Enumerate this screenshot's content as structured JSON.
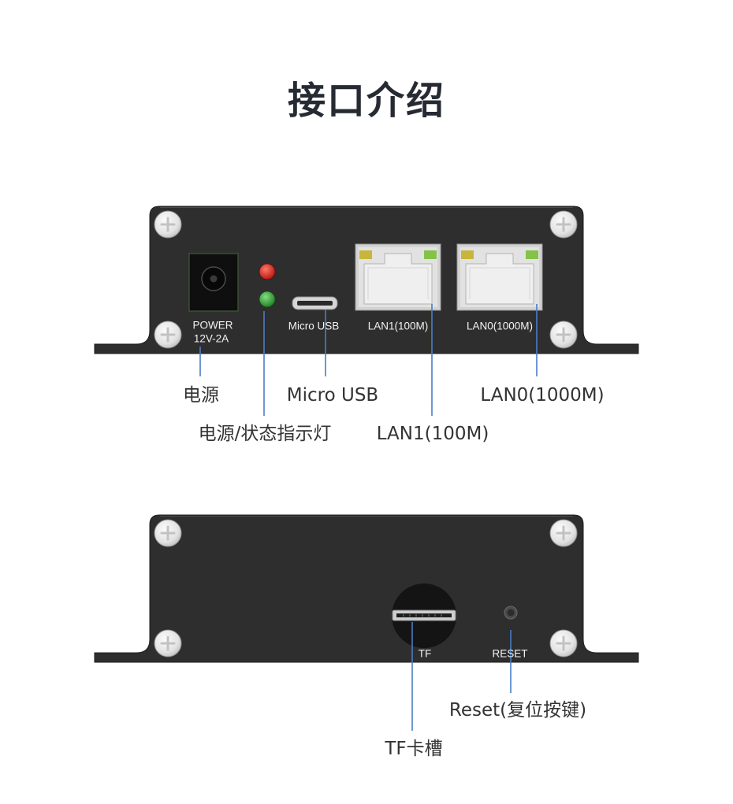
{
  "page": {
    "title": "接口介绍"
  },
  "colors": {
    "background": "#ffffff",
    "title": "#262b33",
    "label": "#333333",
    "device_body": "#2e2e2e",
    "callout_line": "#4a7dc6",
    "led_red": "#b3110f",
    "led_green": "#1f7a22",
    "lan_led_yellow": "#c9b43c",
    "lan_led_green": "#84c24a"
  },
  "front_panel": {
    "ports": {
      "power": {
        "label": "POWER",
        "rating": "12V-2A",
        "icon": "dc-power-jack-icon"
      },
      "status_leds": {
        "icon": "status-led-icon"
      },
      "micro_usb": {
        "label": "Micro USB",
        "icon": "micro-usb-port-icon"
      },
      "lan1": {
        "label": "LAN1(100M)",
        "icon": "rj45-port-icon"
      },
      "lan0": {
        "label": "LAN0(1000M)",
        "icon": "rj45-port-icon"
      }
    },
    "callouts": {
      "power": "电源",
      "status_led": "电源/状态指示灯",
      "micro_usb": "Micro USB",
      "lan1": "LAN1(100M)",
      "lan0": "LAN0(1000M)"
    }
  },
  "back_panel": {
    "ports": {
      "tf": {
        "label": "TF",
        "icon": "tf-card-slot-icon"
      },
      "reset": {
        "label": "RESET",
        "icon": "reset-button-icon"
      }
    },
    "callouts": {
      "reset": "Reset(复位按键)",
      "tf": "TF卡槽"
    }
  }
}
